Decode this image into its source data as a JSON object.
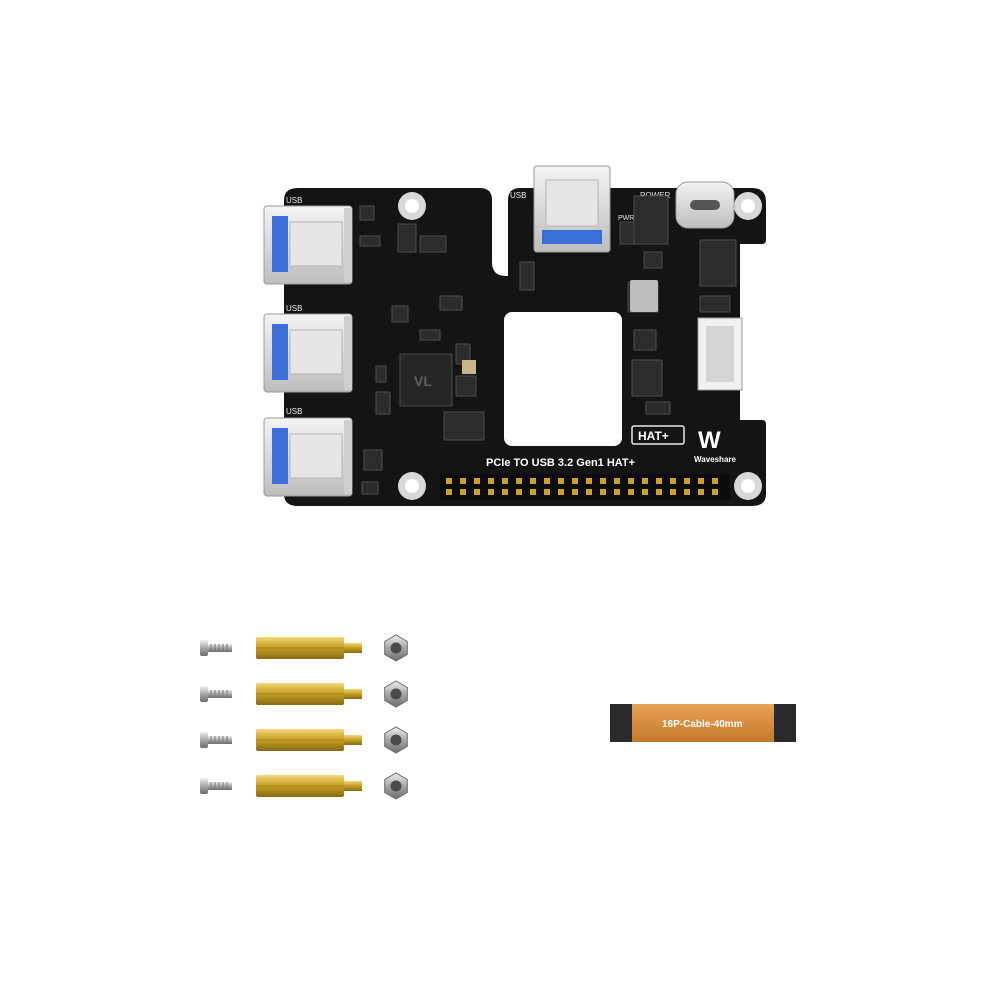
{
  "board": {
    "title": "PCIe TO USB 3.2 Gen1 HAT+",
    "hat_badge": "HAT+",
    "brand_mark": "W",
    "brand_name": "Waveshare",
    "labels": {
      "usb": "USB",
      "power": "POWER",
      "pwr": "PWR",
      "chip_marking": "VL"
    },
    "colors": {
      "pcb": "#141414",
      "usb_shell": "#d9d9d9",
      "usb_tongue": "#3a6fd8",
      "gold": "#c9a227",
      "silkscreen": "#e8e8e8"
    }
  },
  "accessories": {
    "cable": {
      "label": "16P-Cable-40mm",
      "colors": {
        "body": "#d98a3a",
        "ends": "#2a2a2a"
      }
    },
    "hardware_rows": 4
  }
}
